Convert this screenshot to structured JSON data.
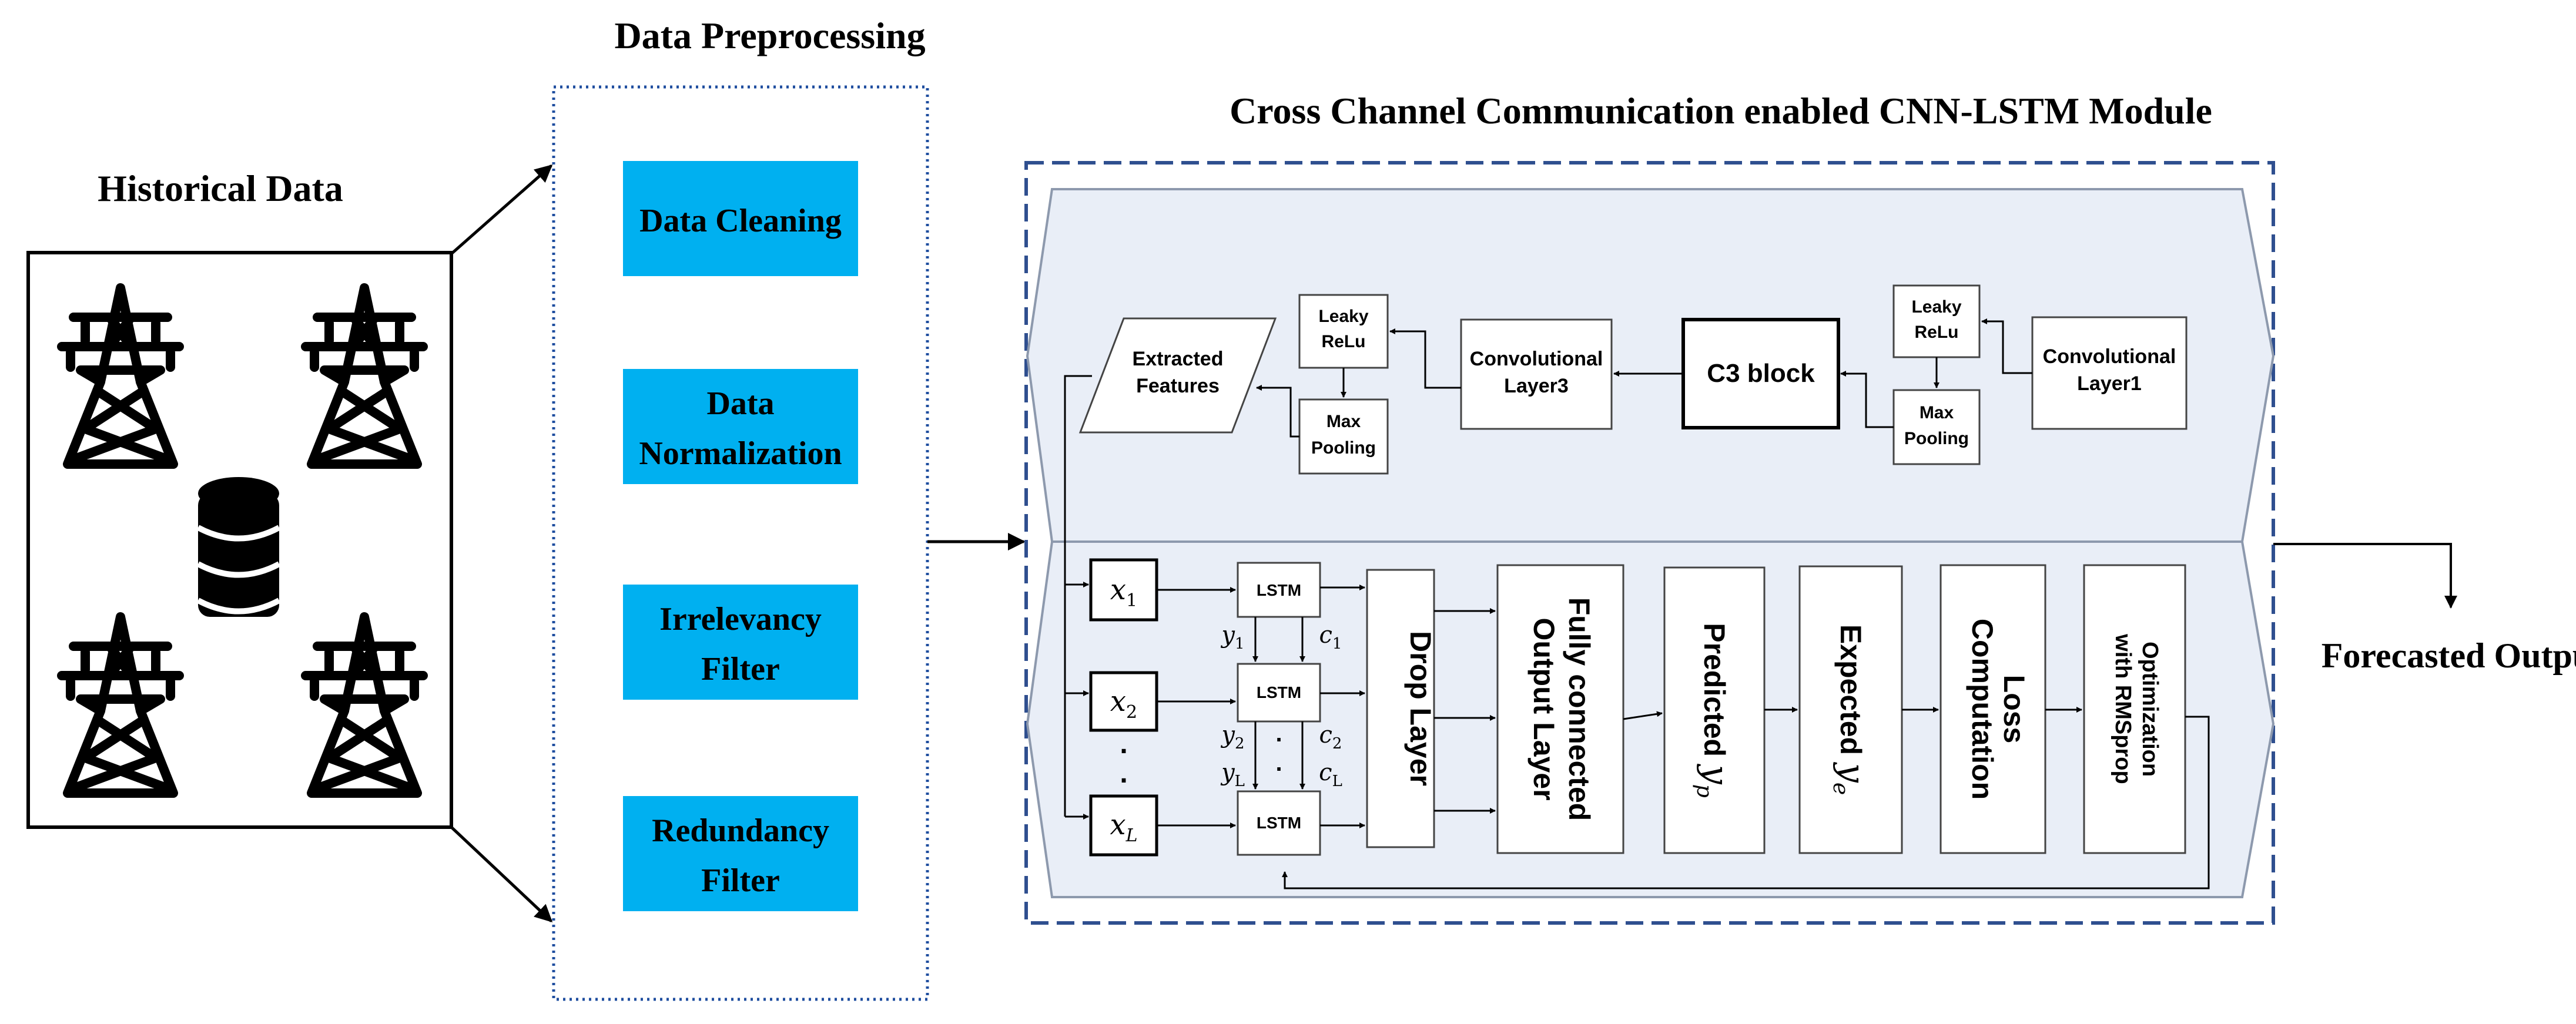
{
  "historical": {
    "title": "Historical Data"
  },
  "preprocessing": {
    "title": "Data Preprocessing",
    "steps": [
      {
        "line1": "Data Cleaning",
        "line2": ""
      },
      {
        "line1": "Data",
        "line2": "Normalization"
      },
      {
        "line1": "Irrelevancy",
        "line2": "Filter"
      },
      {
        "line1": "Redundancy",
        "line2": "Filter"
      }
    ]
  },
  "module": {
    "title": "Cross Channel Communication enabled CNN-LSTM Module"
  },
  "cnn": {
    "conv1": [
      "Convolutional",
      "Layer1"
    ],
    "leaky1": [
      "Leaky",
      "ReLu"
    ],
    "maxpool1": [
      "Max",
      "Pooling"
    ],
    "c3": "C3 block",
    "conv3": [
      "Convolutional",
      "Layer3"
    ],
    "leaky2": [
      "Leaky",
      "ReLu"
    ],
    "maxpool2": [
      "Max",
      "Pooling"
    ],
    "extracted": [
      "Extracted",
      "Features"
    ]
  },
  "lstm": {
    "inputs": [
      {
        "base": "x",
        "sub": "1"
      },
      {
        "base": "x",
        "sub": "2"
      },
      {
        "base": "x",
        "sub": "L"
      }
    ],
    "cell_label": "LSTM",
    "hidden": [
      {
        "base": "y",
        "sub": "1"
      },
      {
        "base": "y",
        "sub": "2"
      },
      {
        "base": "y",
        "sub": "L"
      }
    ],
    "cells": [
      {
        "base": "c",
        "sub": "1"
      },
      {
        "base": "c",
        "sub": "2"
      },
      {
        "base": "c",
        "sub": "L"
      }
    ],
    "ellipsis": "."
  },
  "pipeline": {
    "drop": "Drop Layer",
    "fc": [
      "Fully connected",
      "Output Layer"
    ],
    "predicted": {
      "text": "Predicted ",
      "base": "y",
      "sub": "p"
    },
    "expected": {
      "text": "Expected ",
      "base": "y",
      "sub": "e"
    },
    "loss": [
      "Loss",
      "Computation"
    ],
    "optim": [
      "Optimization",
      "with RMSprop"
    ]
  },
  "output": {
    "label": "Forecasted Output"
  },
  "colors": {
    "step_fill": "#00b0f0",
    "module_border": "#2f4f8f",
    "band_fill": "#e9eef7",
    "band_stroke": "#8d99ad",
    "prep_border": "#1f4e9f"
  },
  "icons": [
    "transmission-tower-icon",
    "database-icon"
  ]
}
